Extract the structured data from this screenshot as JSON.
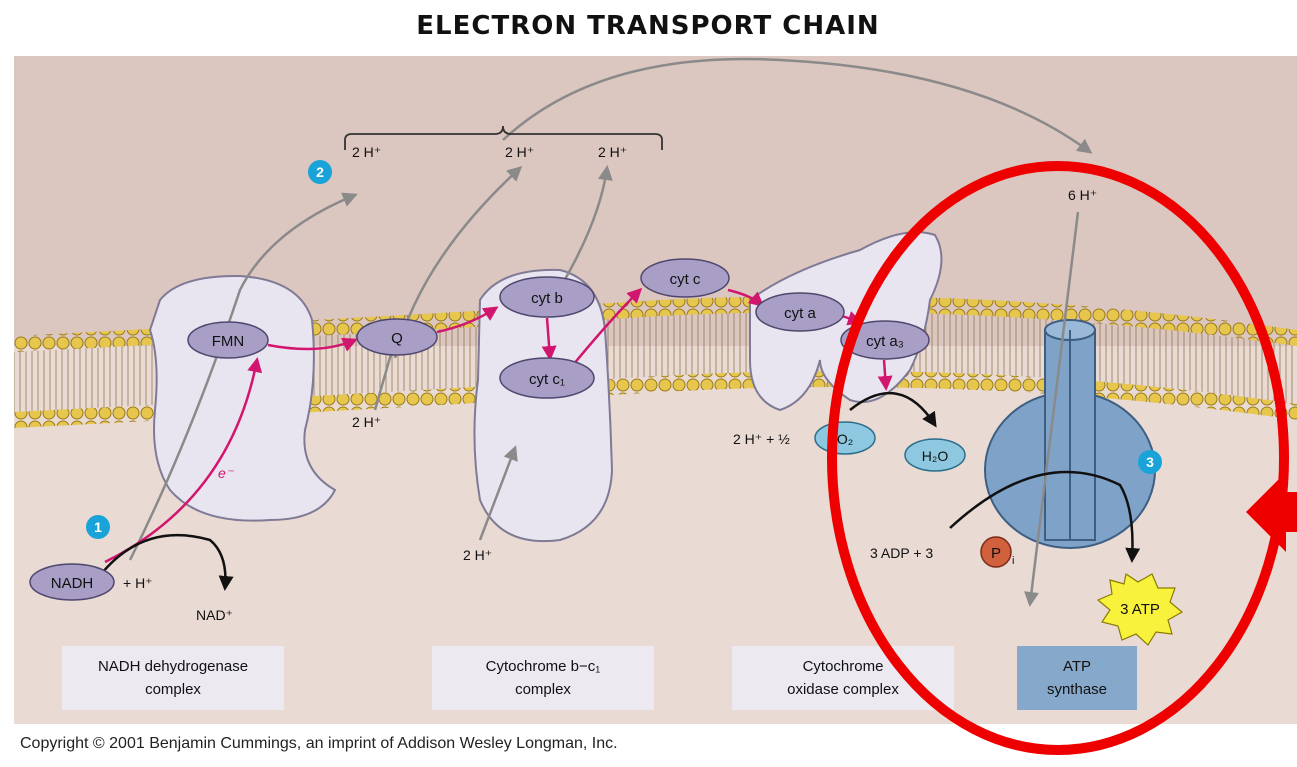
{
  "title": "ELECTRON TRANSPORT CHAIN",
  "copyright": "Copyright © 2001 Benjamin Cummings, an imprint of Addison Wesley Longman, Inc.",
  "steps": {
    "s1": "1",
    "s2": "2",
    "s3": "3"
  },
  "carriers": {
    "fmn": "FMN",
    "q": "Q",
    "cyt_b": "cyt b",
    "cyt_c1": "cyt c₁",
    "cyt_c": "cyt c",
    "cyt_a": "cyt a",
    "cyt_a3": "cyt a₃",
    "nadh": "NADH",
    "o2": "O₂",
    "h2o": "H₂O",
    "pi": "P"
  },
  "labels": {
    "top_2h_left": "2 H⁺",
    "top_2h_mid": "2 H⁺",
    "top_2h_right": "2 H⁺",
    "six_h": "6 H⁺",
    "two_h_q": "2 H⁺",
    "two_h_bottom": "2 H⁺",
    "plus_h": "+ H⁺",
    "nad": "NAD⁺",
    "electron": "e⁻",
    "oxygen_eq": "2 H⁺ + ½",
    "adp": "3 ADP + 3",
    "pi_sub": "i",
    "atp": "3 ATP"
  },
  "complexes": [
    {
      "line1": "NADH dehydrogenase",
      "line2": "complex"
    },
    {
      "line1": "Cytochrome b−c₁",
      "line2": "complex"
    },
    {
      "line1": "Cytochrome",
      "line2": "oxidase complex"
    },
    {
      "line1": "ATP",
      "line2": "synthase"
    }
  ],
  "colors": {
    "background": "#e9dad3",
    "upper_band": "#dcc6c0",
    "protein": "#e9e5f0",
    "carrier": "#a99ec6",
    "electron_arrow": "#d2156e",
    "proton_arrow": "#8a8a8a",
    "atp_synthase": "#7fa3c8",
    "highlight_ring": "#ee0000",
    "step_badge": "#1aa3d8"
  }
}
